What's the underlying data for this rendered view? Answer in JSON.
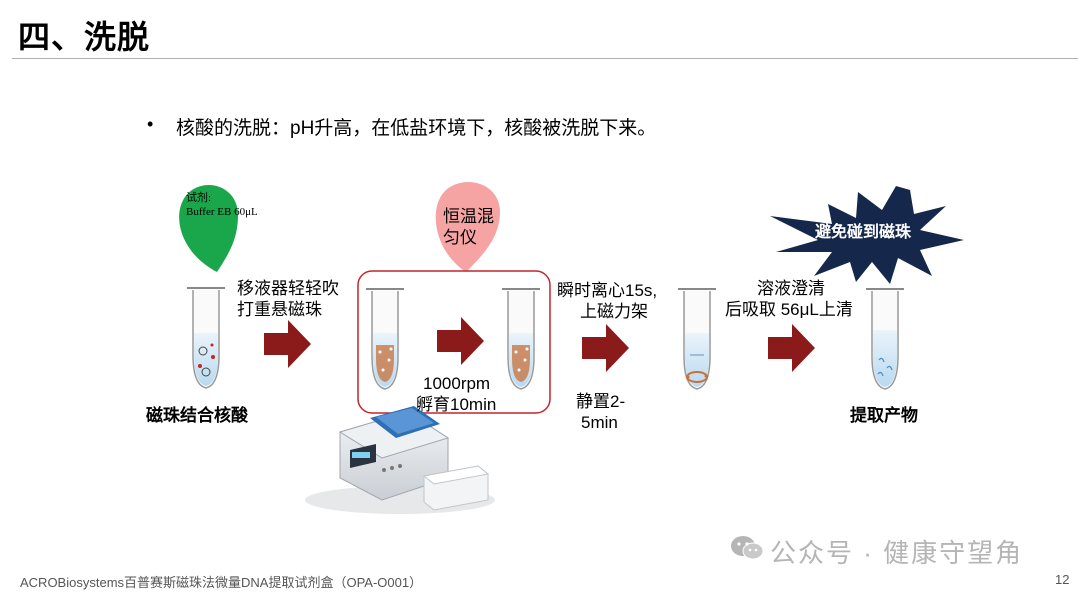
{
  "page": {
    "title": "四、洗脱",
    "bullet": "核酸的洗脱：pH升高，在低盐环境下，核酸被洗脱下来。",
    "footer": "ACROBiosystems百普赛斯磁珠法微量DNA提取试剂盒（OPA-O001）",
    "page_number": "12",
    "watermark": "公众号 · 健康守望角"
  },
  "diagram": {
    "reagent_label": "试剂:",
    "reagent_value": "Buffer EB 60μL",
    "step1_label_line1": "移液器轻轻吹",
    "step1_label_line2": "打重悬磁珠",
    "tube1_caption": "磁珠结合核酸",
    "device_label_line1": "恒温混",
    "device_label_line2": "匀仪",
    "incubation_line1": "1000rpm",
    "incubation_line2": "孵育10min",
    "step3_label_line1": "瞬时离心15s,",
    "step3_label_line2": "上磁力架",
    "step3_below_line1": "静置2-",
    "step3_below_line2": "5min",
    "step4_label_line1": "溶液澄清",
    "step4_label_line2": "后吸取 56μL上清",
    "warning_text": "避免碰到磁珠",
    "final_caption": "提取产物",
    "colors": {
      "arrow": "#8b1a1a",
      "green_drop": "#1aa64a",
      "pink_drop": "#f5a3a3",
      "box_border": "#c0272d",
      "star": "#15284b",
      "bead": "#c8703a"
    }
  }
}
